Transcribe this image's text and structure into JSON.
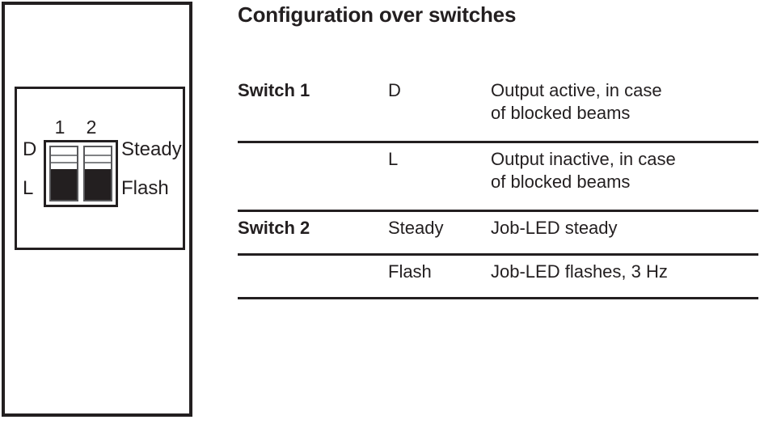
{
  "figure": {
    "name": "dip-switch-illustration",
    "pin_numbers": [
      "1",
      "2"
    ],
    "left_labels": {
      "top": "D",
      "bottom": "L"
    },
    "right_labels": {
      "top": "Steady",
      "bottom": "Flash"
    },
    "switches": [
      {
        "pin": "1",
        "position": "down"
      },
      {
        "pin": "2",
        "position": "down"
      }
    ],
    "colors": {
      "outline": "#231f20",
      "actuator": "#231f20",
      "slider_border": "#58585b",
      "detent_line": "#808285",
      "background": "#ffffff"
    }
  },
  "content": {
    "title": "Configuration over switches",
    "table": {
      "rows": [
        {
          "switch": "Switch 1",
          "setting": "D",
          "description_lines": [
            "Output active, in case",
            "of blocked beams"
          ]
        },
        {
          "switch": "",
          "setting": "L",
          "description_lines": [
            "Output inactive, in case",
            "of blocked beams"
          ]
        },
        {
          "switch": "Switch 2",
          "setting": "Steady",
          "description_lines": [
            "Job-LED steady"
          ]
        },
        {
          "switch": "",
          "setting": "Flash",
          "description_lines": [
            "Job-LED flashes, 3 Hz"
          ]
        }
      ]
    }
  }
}
